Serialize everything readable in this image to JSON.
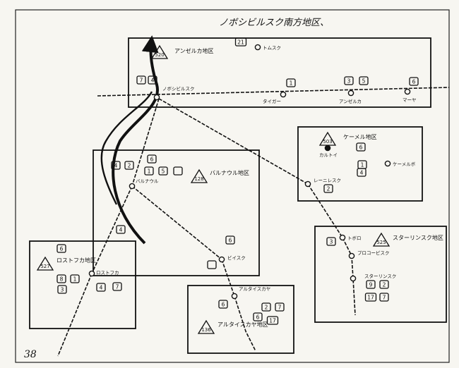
{
  "page": {
    "title": "ノボシビルスク南方地区、",
    "page_number": "38"
  },
  "colors": {
    "ink": "#111111",
    "paper": "#f7f6f1"
  },
  "regions": [
    {
      "key": "angeru",
      "label": "アンゼルカ地区",
      "code": "520"
    },
    {
      "key": "kemeru",
      "label": "ケーメル地区",
      "code": "503"
    },
    {
      "key": "baru",
      "label": "バルナウル地区",
      "code": "128"
    },
    {
      "key": "rost",
      "label": "ロストフカ地区",
      "code": "527"
    },
    {
      "key": "sta",
      "label": "スターリンスク地区",
      "code": "525"
    },
    {
      "key": "aru",
      "label": "アルタイスカヤ地区",
      "code": "136"
    }
  ],
  "stations": [
    {
      "key": "tomsk",
      "label": "トムスク"
    },
    {
      "key": "novo",
      "label": "ノボシビルスク"
    },
    {
      "key": "taiga",
      "label": "タイガー"
    },
    {
      "key": "anzh",
      "label": "アンゼルカ"
    },
    {
      "key": "maria",
      "label": "マーヤ"
    },
    {
      "key": "kemerovo",
      "label": "ケーメルボ"
    },
    {
      "key": "kamni",
      "label": "カルトイ"
    },
    {
      "key": "leninsk",
      "label": "レーニレスク"
    },
    {
      "key": "barnaul",
      "label": "バルナウル"
    },
    {
      "key": "biisk",
      "label": "ビイスク"
    },
    {
      "key": "rostovka",
      "label": "ロストフカ"
    },
    {
      "key": "altai",
      "label": "アルタイスカヤ"
    },
    {
      "key": "topki",
      "label": "トボロ"
    },
    {
      "key": "prokop",
      "label": "プロコーピスク"
    },
    {
      "key": "stalinsk",
      "label": "スターリンスク"
    }
  ],
  "markers": [
    {
      "key": "m1",
      "text": "21"
    },
    {
      "key": "m2",
      "text": "7"
    },
    {
      "key": "m3",
      "text": "4"
    },
    {
      "key": "m4",
      "text": "1"
    },
    {
      "key": "m5",
      "text": "3"
    },
    {
      "key": "m6",
      "text": "5"
    },
    {
      "key": "m7",
      "text": "6"
    },
    {
      "key": "m8",
      "text": "6"
    },
    {
      "key": "m9",
      "text": "1"
    },
    {
      "key": "m10",
      "text": "4"
    },
    {
      "key": "m11",
      "text": "2"
    },
    {
      "key": "m12",
      "text": "4"
    },
    {
      "key": "m13",
      "text": "2"
    },
    {
      "key": "m14",
      "text": "6"
    },
    {
      "key": "m15",
      "text": "1"
    },
    {
      "key": "m16",
      "text": "5"
    },
    {
      "key": "m17",
      "text": ""
    },
    {
      "key": "m18",
      "text": "4"
    },
    {
      "key": "m19",
      "text": "6"
    },
    {
      "key": "m20",
      "text": ""
    },
    {
      "key": "m21",
      "text": "6"
    },
    {
      "key": "m22",
      "text": "8"
    },
    {
      "key": "m23",
      "text": "1"
    },
    {
      "key": "m24",
      "text": "3"
    },
    {
      "key": "m25",
      "text": "4"
    },
    {
      "key": "m26",
      "text": "7"
    },
    {
      "key": "m27",
      "text": "3"
    },
    {
      "key": "m28",
      "text": "9"
    },
    {
      "key": "m29",
      "text": "2"
    },
    {
      "key": "m30",
      "text": "17"
    },
    {
      "key": "m31",
      "text": "7"
    },
    {
      "key": "m32",
      "text": "6"
    },
    {
      "key": "m33",
      "text": "2"
    },
    {
      "key": "m34",
      "text": "7"
    },
    {
      "key": "m35",
      "text": "6"
    },
    {
      "key": "m36",
      "text": "17"
    }
  ]
}
